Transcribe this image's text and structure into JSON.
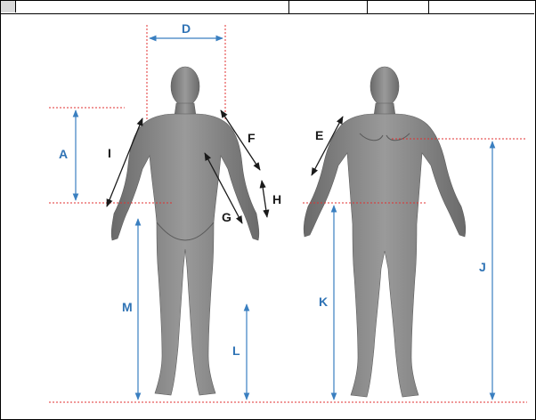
{
  "measurements": {
    "A": "A",
    "D": "D",
    "E": "E",
    "F": "F",
    "G": "G",
    "H": "H",
    "I": "I",
    "J": "J",
    "K": "K",
    "L": "L",
    "M": "M"
  },
  "colors": {
    "guide_red": "#e03030",
    "dimension_blue": "#3a7fc0",
    "label_blue": "#2f73b5",
    "arrow_black": "#1a1a1a",
    "figure_fill": "#8a8a8a",
    "figure_shade": "#6f6f6f"
  }
}
